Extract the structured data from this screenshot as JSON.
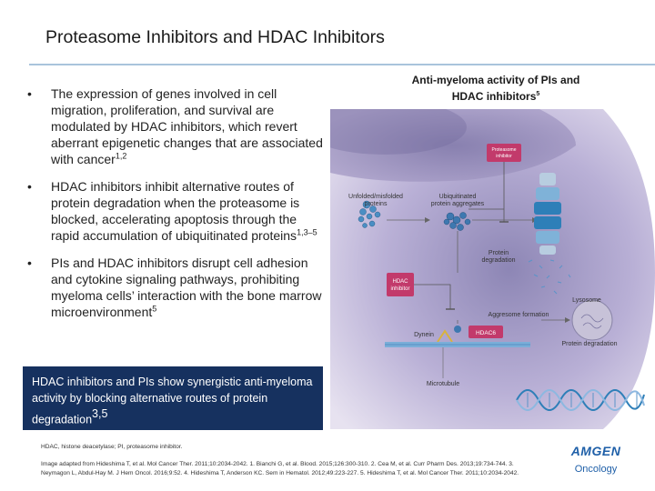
{
  "slide": {
    "title": "Proteasome Inhibitors and HDAC Inhibitors"
  },
  "bullets": [
    {
      "text": "The expression of genes involved in cell migration, proliferation, and survival are modulated by HDAC inhibitors, which revert aberrant epigenetic changes that are associated with cancer",
      "refs": "1,2"
    },
    {
      "text": "HDAC inhibitors inhibit alternative routes of protein degradation when the proteasome is blocked, accelerating apoptosis through the rapid accumulation of ubiquitinated proteins",
      "refs": "1,3–5"
    },
    {
      "text": "PIs and HDAC inhibitors disrupt cell adhesion and cytokine signaling pathways, prohibiting myeloma cells’ interaction with the bone marrow microenvironment",
      "refs": "5"
    }
  ],
  "callout": {
    "text": "HDAC inhibitors and PIs show synergistic anti-myeloma activity by blocking alternative routes of protein degradation",
    "refs": "3,5"
  },
  "figure": {
    "title": "Anti-myeloma activity of PIs and HDAC inhibitors",
    "title_ref": "5",
    "labels": {
      "proteasome_inhibitor": [
        "Proteasome",
        "inhibitor"
      ],
      "unfolded": [
        "Unfolded/misfolded",
        "proteins"
      ],
      "ubiquitinated": [
        "Ubiquitinated",
        "protein aggregates"
      ],
      "protein_degradation": [
        "Protein",
        "degradation"
      ],
      "hdac_inhibitor": [
        "HDAC",
        "inhibitor"
      ],
      "lysosome": "Lysosome",
      "aggresome": "Aggresome formation",
      "dynein": "Dynein",
      "hdac6": "HDAC6",
      "protein_degradation_2": "Protein degradation",
      "microtubule": "Microtubule"
    },
    "colors": {
      "cell": "#6a6a9a",
      "nucleus": "#9b8fb8",
      "inhibitor_box": "#c23a6b",
      "proteasome": "#2e7fb8",
      "hdac6_box": "#c23a6b"
    }
  },
  "footnote": "HDAC, histone deacetylase; PI, proteasome inhibitor.",
  "references": "Image adapted from Hideshima T, et al. Mol Cancer Ther. 2011;10:2034-2042. 1. Bianchi G, et al. Blood. 2015;126:300-310. 2. Cea M, et al. Curr Pharm Des. 2013;19:734-744. 3. Neymagon L, Abdul-Hay M. J Hem Oncol. 2016;9:52. 4. Hideshima T, Anderson KC. Sem in Hematol. 2012;49:223-227. 5. Hideshima T, et al. Mol Cancer Ther. 2011;10:2034-2042.",
  "logo": {
    "brand": "AMGEN",
    "division": "Oncology"
  }
}
